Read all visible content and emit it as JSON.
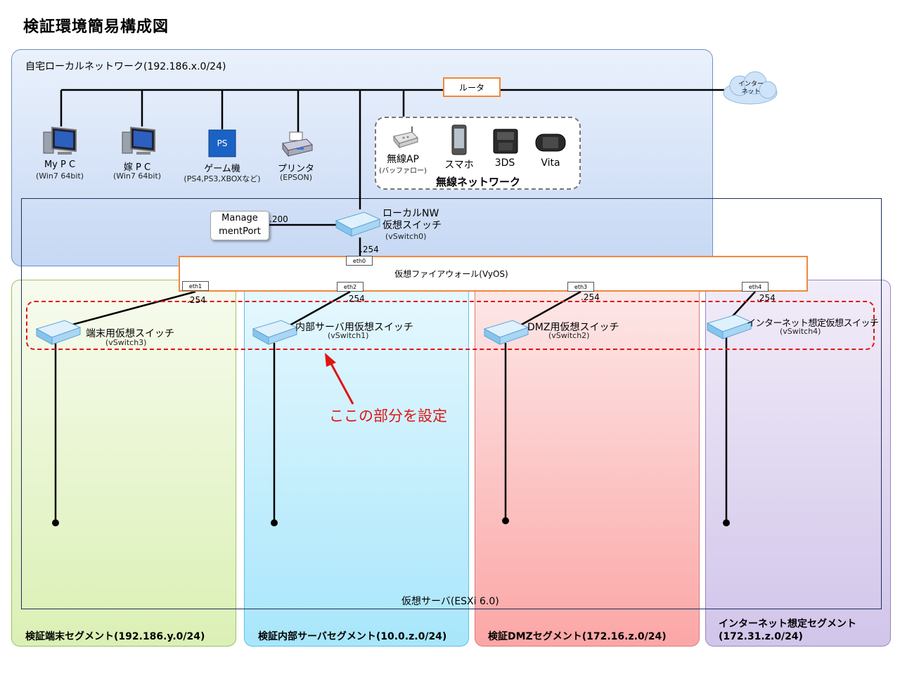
{
  "title": "検証環境簡易構成図",
  "home_network": {
    "label": "自宅ローカルネットワーク(192.186.x.0/24)"
  },
  "router": {
    "label": "ルータ"
  },
  "internet": {
    "label_line1": "インター",
    "label_line2": "ネット"
  },
  "devices": [
    {
      "name": "My P C",
      "sub": "(Win7 64bit)",
      "icon": "desktop-pc-icon"
    },
    {
      "name": "嫁 P C",
      "sub": "(Win7 64bit)",
      "icon": "desktop-pc-icon"
    },
    {
      "name": "ゲーム機",
      "sub": "(PS4,PS3,XBOXなど)",
      "icon": "game-console-icon"
    },
    {
      "name": "プリンタ",
      "sub": "(EPSON)",
      "icon": "printer-icon"
    }
  ],
  "wireless": {
    "label": "無線ネットワーク",
    "ap": {
      "name": "無線AP",
      "sub": "(バッファロー)"
    },
    "items": [
      "スマホ",
      "3DS",
      "Vita"
    ]
  },
  "management_port": {
    "line1": "Manage",
    "line2": "mentPort",
    "ip": ".200"
  },
  "local_vswitch": {
    "line1": "ローカルNW",
    "line2": "仮想スイッチ",
    "sub": "(vSwitch0)",
    "ip": ".254"
  },
  "firewall": {
    "label": "仮想ファイアウォール(VyOS)",
    "ports": [
      "eth0",
      "eth1",
      "eth2",
      "eth3",
      "eth4"
    ]
  },
  "vswitches": [
    {
      "name": "端末用仮想スイッチ",
      "sub": "(vSwitch3)",
      "ip": ".254"
    },
    {
      "name": "内部サーバ用仮想スイッチ",
      "sub": "(vSwitch1)",
      "ip": ".254"
    },
    {
      "name": "DMZ用仮想スイッチ",
      "sub": "(vSwitch2)",
      "ip": ".254"
    },
    {
      "name": "インターネット想定仮想スイッチ",
      "sub": "(vSwitch4)",
      "ip": ".254"
    }
  ],
  "callout": "ここの部分を設定",
  "esxi_label": "仮想サーバ(ESXi 6.0)",
  "segments": [
    {
      "label": "検証端末セグメント(192.186.y.0/24)"
    },
    {
      "label": "検証内部サーバセグメント(10.0.z.0/24)"
    },
    {
      "label": "検証DMZセグメント(172.16.z.0/24)"
    },
    {
      "label_line1": "インターネット想定セグメント",
      "label_line2": "(172.31.z.0/24)"
    }
  ],
  "colors": {
    "home": "#c6d8f4",
    "green": "#dbf0b5",
    "cyan": "#a8e6fb",
    "red": "#fca6a6",
    "purple": "#d1c5ea",
    "orange": "#f0883c",
    "callout_red": "#e01414"
  }
}
